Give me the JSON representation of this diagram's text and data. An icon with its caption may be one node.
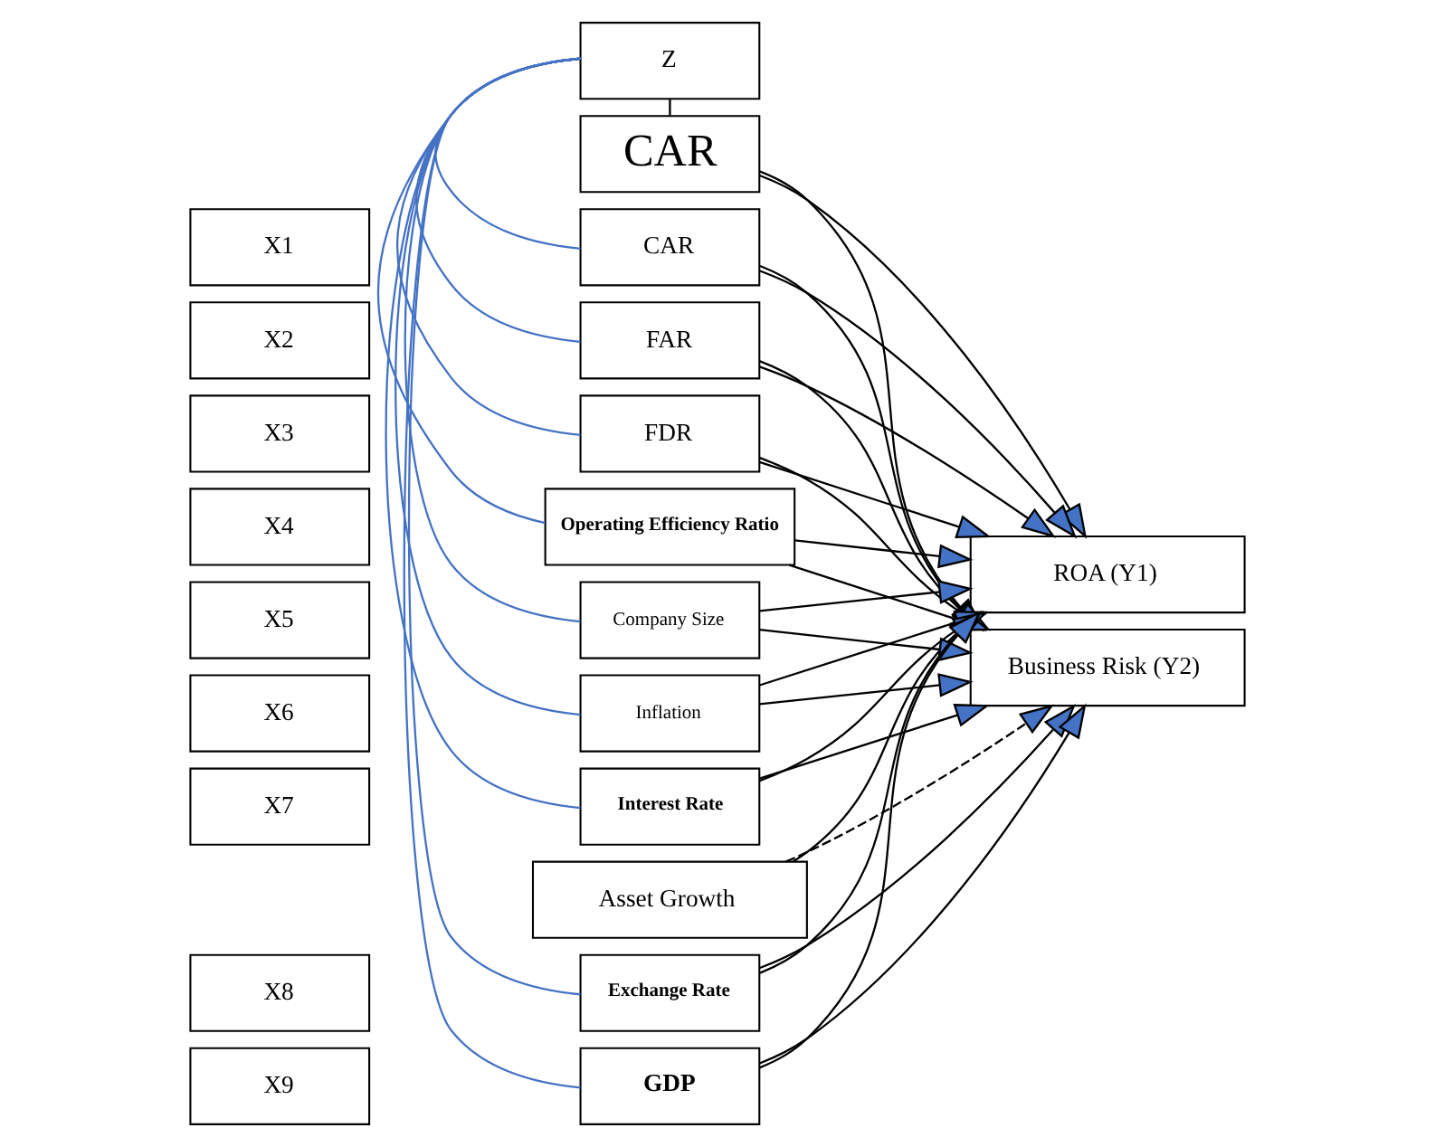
{
  "diagram": {
    "nodes": [
      {
        "text": [
          "Asset Growth"
        ]
      },
      {
        "text": [
          "Z"
        ]
      },
      {
        "text": [
          "CAR"
        ]
      },
      {
        "text": [
          "X1"
        ]
      },
      {
        "text": [
          "CAR"
        ]
      },
      {
        "text": [
          "X2"
        ]
      },
      {
        "text": [
          "FAR"
        ]
      },
      {
        "text": [
          "X3"
        ]
      },
      {
        "text": [
          "FDR"
        ]
      },
      {
        "text": [
          "X4"
        ]
      },
      {
        "text": [
          "Operating Efficiency Ratio"
        ]
      },
      {
        "text": [
          "X5"
        ]
      },
      {
        "text": [
          "Company Size"
        ]
      },
      {
        "text": [
          "X6"
        ]
      },
      {
        "text": [
          "Inflation"
        ]
      },
      {
        "text": [
          "X7"
        ]
      },
      {
        "text": [
          "Interest Rate"
        ]
      },
      {
        "text": [
          "X8"
        ]
      },
      {
        "text": [
          "Exchange Rate"
        ]
      },
      {
        "text": [
          "X9"
        ]
      },
      {
        "text": [
          "GDP"
        ]
      },
      {
        "text": [
          "ROA (Y1)"
        ]
      },
      {
        "text": [
          "Business Risk (Y2)"
        ]
      }
    ],
    "edges": [
      {
        "from": 1,
        "to": 2,
        "arrow": "none"
      },
      {
        "from": 1,
        "to": 4,
        "arrow": "none",
        "color": "#4472c4"
      },
      {
        "from": 1,
        "to": 6,
        "arrow": "none",
        "color": "#4472c4"
      },
      {
        "from": 1,
        "to": 8,
        "arrow": "none",
        "color": "#4472c4"
      },
      {
        "from": 1,
        "to": 10,
        "arrow": "none",
        "color": "#4472c4"
      },
      {
        "from": 1,
        "to": 12,
        "arrow": "none",
        "color": "#4472c4"
      },
      {
        "from": 1,
        "to": 14,
        "arrow": "none",
        "color": "#4472c4"
      },
      {
        "from": 1,
        "to": 16,
        "arrow": "none",
        "color": "#4472c4"
      },
      {
        "from": 1,
        "to": 18,
        "arrow": "none",
        "color": "#4472c4"
      },
      {
        "from": 1,
        "to": 20,
        "arrow": "none",
        "color": "#4472c4"
      },
      {
        "from": 2,
        "to": 21,
        "arrow": "to"
      },
      {
        "from": 2,
        "to": 22,
        "arrow": "to"
      },
      {
        "from": 4,
        "to": 21,
        "arrow": "to"
      },
      {
        "from": 4,
        "to": 22,
        "arrow": "to"
      },
      {
        "from": 6,
        "to": 21,
        "arrow": "to"
      },
      {
        "from": 6,
        "to": 22,
        "arrow": "to"
      },
      {
        "from": 8,
        "to": 21,
        "arrow": "to"
      },
      {
        "from": 8,
        "to": 22,
        "arrow": "to"
      },
      {
        "from": 10,
        "to": 21,
        "arrow": "to"
      },
      {
        "from": 10,
        "to": 22,
        "arrow": "to"
      },
      {
        "from": 12,
        "to": 21,
        "arrow": "to"
      },
      {
        "from": 12,
        "to": 22,
        "arrow": "to"
      },
      {
        "from": 14,
        "to": 21,
        "arrow": "to"
      },
      {
        "from": 14,
        "to": 22,
        "arrow": "to"
      },
      {
        "from": 16,
        "to": 21,
        "arrow": "to"
      },
      {
        "from": 16,
        "to": 22,
        "arrow": "to"
      },
      {
        "from": 18,
        "to": 21,
        "arrow": "to"
      },
      {
        "from": 18,
        "to": 22,
        "arrow": "to"
      },
      {
        "from": 20,
        "to": 21,
        "arrow": "to"
      },
      {
        "from": 20,
        "to": 22,
        "arrow": "to"
      },
      {
        "from": 0,
        "to": 21,
        "arrow": "to"
      },
      {
        "from": 0,
        "to": 22,
        "arrow": "to",
        "style": "dashed"
      }
    ]
  }
}
